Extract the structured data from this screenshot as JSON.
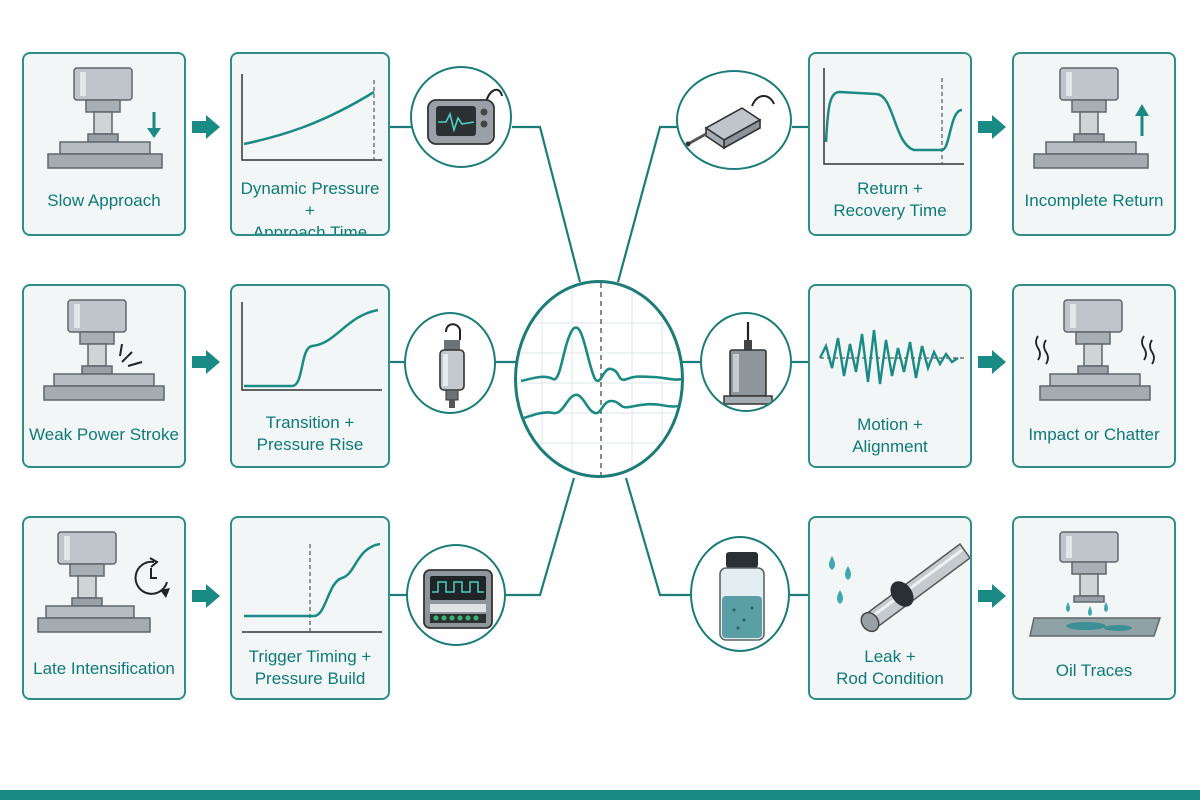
{
  "colors": {
    "teal": "#1a8a85",
    "teal_dark": "#0e7a78",
    "card_bg": "#f3f6f6",
    "metal": "#b9bfc4",
    "metal_dark": "#6c7378"
  },
  "left_column": {
    "symptoms": [
      {
        "label": "Slow Approach",
        "icon": "press-down-arrow-icon"
      },
      {
        "label": "Weak Power Stroke",
        "icon": "press-spark-icon"
      },
      {
        "label": "Late Intensification",
        "icon": "press-clock-icon"
      }
    ],
    "measurements": [
      {
        "label": "Dynamic Pressure +\nApproach Time",
        "graph": "rising-curve"
      },
      {
        "label": "Transition +\nPressure Rise",
        "graph": "step-rise"
      },
      {
        "label": "Trigger Timing +\nPressure Build",
        "graph": "delayed-rise"
      }
    ],
    "instruments": [
      {
        "icon": "handheld-oscilloscope-icon"
      },
      {
        "icon": "pressure-transducer-icon"
      },
      {
        "icon": "data-logger-icon"
      }
    ]
  },
  "right_column": {
    "instruments": [
      {
        "icon": "linear-position-sensor-icon"
      },
      {
        "icon": "accelerometer-icon"
      },
      {
        "icon": "oil-sample-bottle-icon"
      }
    ],
    "measurements": [
      {
        "label": "Return +\nRecovery Time",
        "graph": "return-curve"
      },
      {
        "label": "Motion +\nAlignment",
        "graph": "vibration-wave"
      },
      {
        "label": "Leak +\nRod Condition",
        "graph": "rod-droplets"
      }
    ],
    "symptoms": [
      {
        "label": "Incomplete Return",
        "icon": "press-up-arrow-icon"
      },
      {
        "label": "Impact or Chatter",
        "icon": "press-vibration-icon"
      },
      {
        "label": "Oil Traces",
        "icon": "press-oil-leak-icon"
      }
    ]
  },
  "center": {
    "icon": "central-oscilloscope-waveform-icon"
  }
}
